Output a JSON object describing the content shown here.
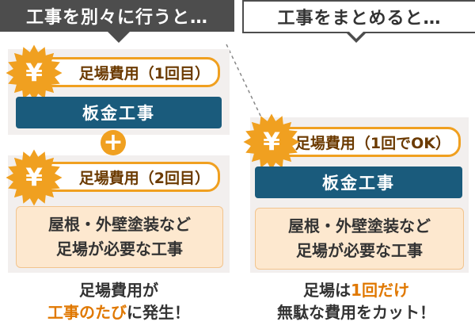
{
  "left": {
    "header": "工事を別々に行うと…",
    "yen": "¥",
    "scaffold_label_1": "足場費用（1回目）",
    "sheet_metal": "板金工事",
    "plus": "+",
    "scaffold_label_2": "足場費用（2回目）",
    "work_line1": "屋根・外壁塗装など",
    "work_line2": "足場が必要な工事",
    "caption_line1": "足場費用が",
    "caption_hl": "工事のたび",
    "caption_tail": "に発生！"
  },
  "right": {
    "header": "工事をまとめると…",
    "yen": "¥",
    "scaffold_label": "足場費用（1回でOK）",
    "sheet_metal": "板金工事",
    "work_line1": "屋根・外壁塗装など",
    "work_line2": "足場が必要な工事",
    "caption_pre": "足場は",
    "caption_hl": "1回だけ",
    "caption_line2": "無駄な費用をカット！"
  },
  "colors": {
    "accent_orange": "#f0a020",
    "bar_blue": "#1a5b7c",
    "note_bg": "#fde8cf",
    "panel_bg": "#f2efee",
    "header_dark": "#4d4d4d"
  },
  "icons": [
    "yen-burst-icon",
    "plus-icon"
  ]
}
